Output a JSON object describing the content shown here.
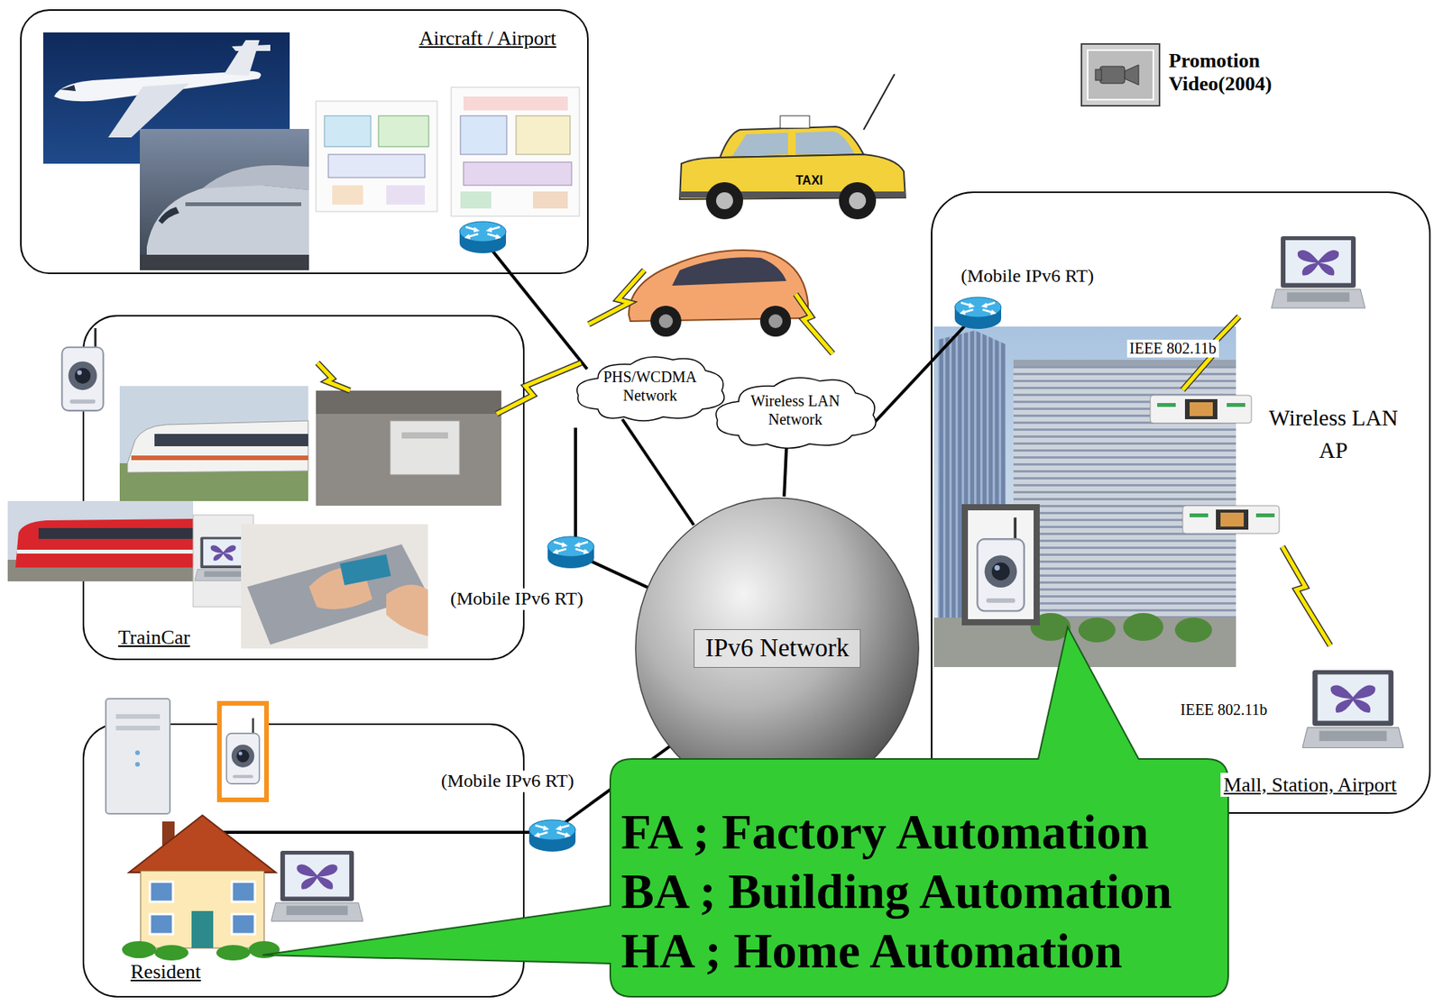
{
  "diagram": {
    "nodes": [
      {
        "text": [
          "Aircraft / Airport"
        ]
      },
      {
        "text": [
          "PHS/WCDMA Network"
        ]
      },
      {
        "text": [
          "Wireless LAN Network"
        ]
      },
      {
        "text": [
          "Mall, Station, Airport"
        ]
      },
      {
        "text": [
          "TrainCar"
        ]
      },
      {
        "text": [
          "IPv6 Network"
        ]
      },
      {
        "text": [
          "Resident"
        ]
      },
      {
        "text": [
          "FA ; Factory Automation",
          "BA ; Building Automation",
          "HA ; Home Automation"
        ]
      }
    ],
    "edges": [
      {
        "from": 1,
        "to": 5,
        "arrow": "none"
      },
      {
        "from": 2,
        "to": 5,
        "arrow": "none"
      }
    ],
    "labels": [
      "Promotion Video(2004)",
      "TAXI",
      "(Mobile IPv6 RT)",
      "IEEE 802.11b",
      "Wireless LAN AP",
      "(Mobile IPv6 RT)",
      "IEEE 802.11b",
      "(Mobile IPv6 RT)"
    ]
  }
}
